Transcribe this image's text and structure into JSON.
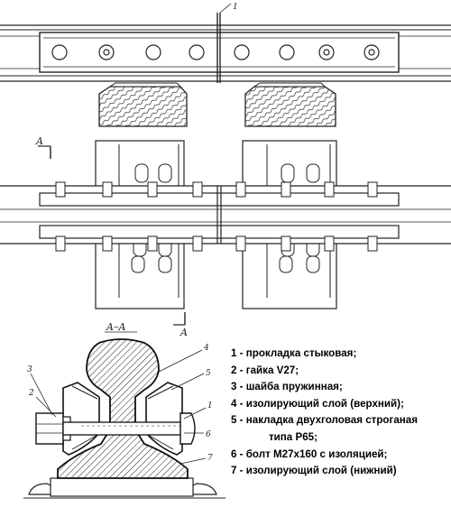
{
  "drawing": {
    "top_callout": "1",
    "section_marker_left": "A",
    "section_marker_right": "A",
    "section_title": "A–A",
    "part_callouts": [
      "1",
      "2",
      "3",
      "4",
      "5",
      "6",
      "7"
    ]
  },
  "legend": {
    "items": [
      "1 - прокладка стыковая;",
      "2 - гайка V27;",
      "3 - шайба пружинная;",
      "4 - изолирующий слой (верхний);",
      "5 - накладка двухголовая строганая",
      "типа Р65;",
      "6 - болт М27х160 с изоляцией;",
      "7 -  изолирующий слой (нижний)"
    ]
  }
}
